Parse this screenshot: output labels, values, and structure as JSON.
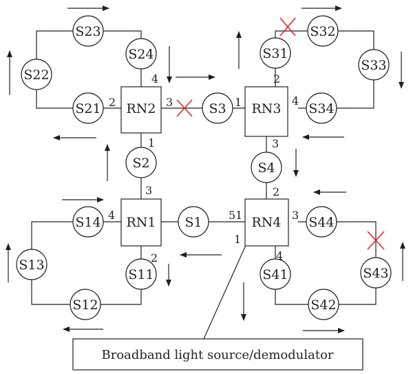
{
  "diagram": {
    "remote_nodes": [
      "RN1",
      "RN2",
      "RN3",
      "RN4"
    ],
    "ring_1": [
      "S11",
      "S12",
      "S13",
      "S14"
    ],
    "ring_2": [
      "S21",
      "S22",
      "S23",
      "S24"
    ],
    "ring_3": [
      "S31",
      "S32",
      "S33",
      "S34"
    ],
    "ring_4": [
      "S41",
      "S42",
      "S43",
      "S44"
    ],
    "trunk_nodes": [
      "S1",
      "S2",
      "S3",
      "S4"
    ],
    "ports": {
      "rn1": [
        "3",
        "4",
        "2"
      ],
      "rn2": [
        "4",
        "2",
        "3",
        "1"
      ],
      "rn3": [
        "2",
        "1",
        "4",
        "3"
      ],
      "rn4": [
        "2",
        "51",
        "3",
        "1",
        "4"
      ]
    },
    "source_label": "Broadband light source/demodulator",
    "fault_color": "#e3262b",
    "line_color": "#231f20"
  }
}
